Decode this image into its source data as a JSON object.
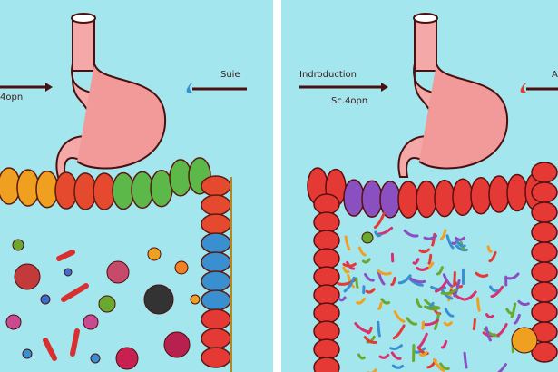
{
  "left_panel": {
    "label_arrow_left": "4opn",
    "label_arrow_right": "Suie"
  },
  "right_panel": {
    "label_title": "Indroduction",
    "label_sub": "Sc.4opn",
    "label_arrow_right": "A"
  },
  "colors": {
    "background": "#a3e6ee",
    "stomach": "#f29a9a",
    "intestine_left": [
      "#f0a020",
      "#e64a2e",
      "#5db84a",
      "#3a8fd0",
      "#e53935"
    ],
    "intestine_right": [
      "#e53935",
      "#8a4fc0",
      "#e53935"
    ]
  }
}
